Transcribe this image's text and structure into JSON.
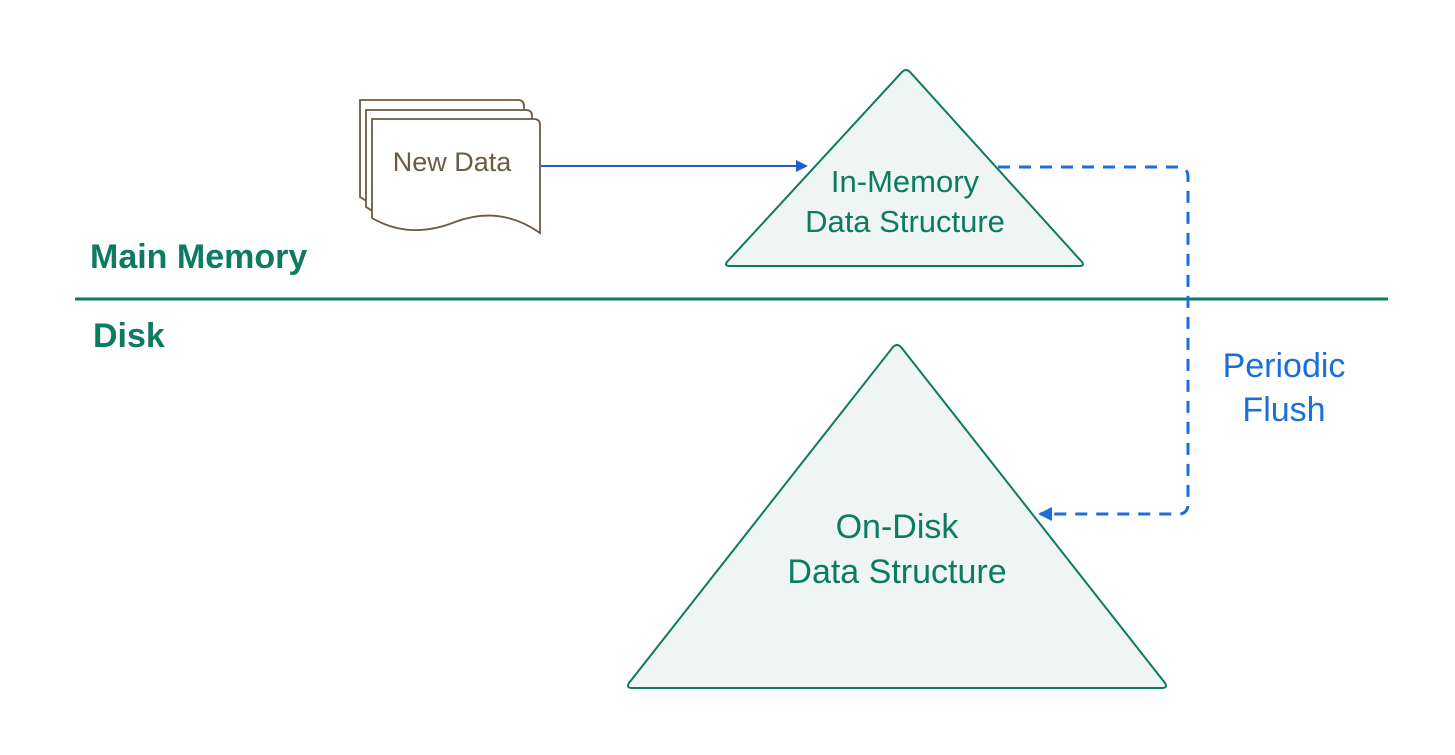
{
  "colors": {
    "teal": "#0d7a62",
    "teal_fill": "#eef5f3",
    "brown": "#6b5a44",
    "blue": "#1a6fdd",
    "arrow_blue": "#1f5fc9"
  },
  "zones": {
    "main_memory_label": "Main Memory",
    "disk_label": "Disk"
  },
  "new_data": {
    "label": "New Data",
    "shape": "multiple-documents"
  },
  "in_memory": {
    "line1": "In-Memory",
    "line2": "Data Structure"
  },
  "on_disk": {
    "line1": "On-Disk",
    "line2": "Data Structure"
  },
  "flush": {
    "line1": "Periodic",
    "line2": "Flush"
  }
}
